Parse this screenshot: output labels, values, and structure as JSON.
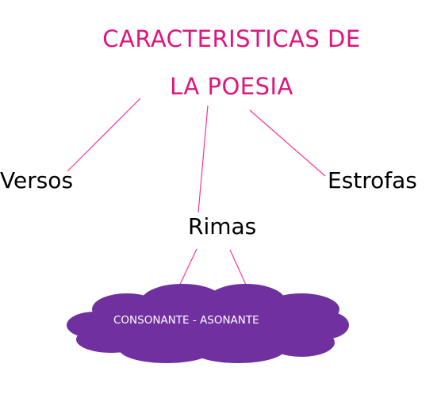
{
  "title": {
    "line1": "CARACTERISTICAS DE",
    "line2": "LA POESIA"
  },
  "nodes": {
    "versos": "Versos",
    "rimas": "Rimas",
    "estrofas": "Estrofas"
  },
  "rimas_types": "CONSONANTE - ASONANTE",
  "colors": {
    "title": "#e0147c",
    "connector": "#ff3399",
    "cloud": "#7030a0",
    "node_text": "#000000",
    "cloud_text": "#ffffff"
  }
}
